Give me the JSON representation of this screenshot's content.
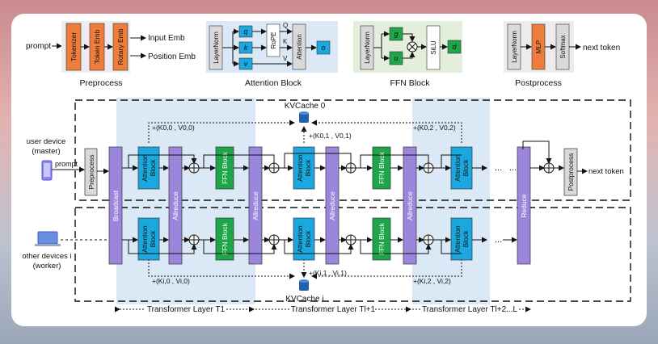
{
  "top": {
    "prompt": "prompt",
    "preprocess": {
      "blocks": [
        "Tokenizer",
        "Token Emb",
        "Rotary Emb"
      ],
      "outputs": [
        "Input Emb",
        "Position Emb"
      ],
      "caption": "Preprocess"
    },
    "attention": {
      "layernorm": "LayerNorm",
      "qkv": [
        "q",
        "k",
        "v"
      ],
      "rope": "RoPE",
      "QKV": [
        "Q",
        "K",
        "V"
      ],
      "attention": "Attention",
      "o": "o",
      "caption": "Attention Block"
    },
    "ffn": {
      "layernorm": "LayerNorm",
      "g": "g",
      "u": "u",
      "silu": "SiLU",
      "d": "d",
      "caption": "FFN Block"
    },
    "postprocess": {
      "blocks": [
        "LayerNorm",
        "MLP",
        "Softmax"
      ],
      "next": "next token",
      "caption": "Postprocess"
    }
  },
  "main": {
    "kvcache0": "KVCache 0",
    "kvcachei": "KVCache i",
    "kv_top": [
      "+(K0,0 , V0,0)",
      "+(K0,1 , V0,1)",
      "+(K0,2 , V0,2)"
    ],
    "kv_bottom": [
      "+(Ki,0 , Vi,0)",
      "+(Ki,1 , Vi,1)",
      "+(Ki,2 , Vi,2)"
    ],
    "user_device": [
      "user device",
      "(master)"
    ],
    "other_devices": [
      "other devices i",
      "(worker)"
    ],
    "prompt": "prompt",
    "preprocess": "Preprocess",
    "broadcast": "Broadcast",
    "attention_block": [
      "Attention",
      "Block"
    ],
    "ffn_block": "FFN Block",
    "allreduce": "Allreduce",
    "reduce": "Reduce",
    "postprocess": "Postprocess",
    "next_token": "next token",
    "ellipsis": "...",
    "layers": [
      "Transformer Layer T1",
      "Transformer Layer Tl+1",
      "Transformer Layer Tl+2...L"
    ]
  },
  "colors": {
    "orange": "#ee7c3b",
    "blue": "#1ba8df",
    "green": "#1fa64a",
    "purple": "#9b86dc",
    "gray": "#d9d9d9",
    "blue_shade": "#dbe8f5",
    "green_shade": "#e3efdc",
    "gray_shade": "#ececec"
  }
}
